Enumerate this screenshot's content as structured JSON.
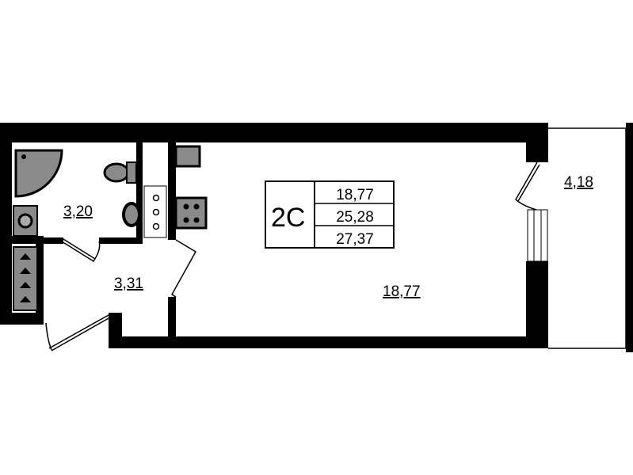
{
  "plan": {
    "apartment_type": "2С",
    "summary_areas": [
      "18,77",
      "25,28",
      "27,37"
    ],
    "rooms": {
      "bathroom": "3,20",
      "hallway": "3,31",
      "living_room": "18,77",
      "balcony": "4,18"
    }
  },
  "colors": {
    "wall": "#000000",
    "fixture": "#8a8a8a",
    "background": "#ffffff"
  }
}
